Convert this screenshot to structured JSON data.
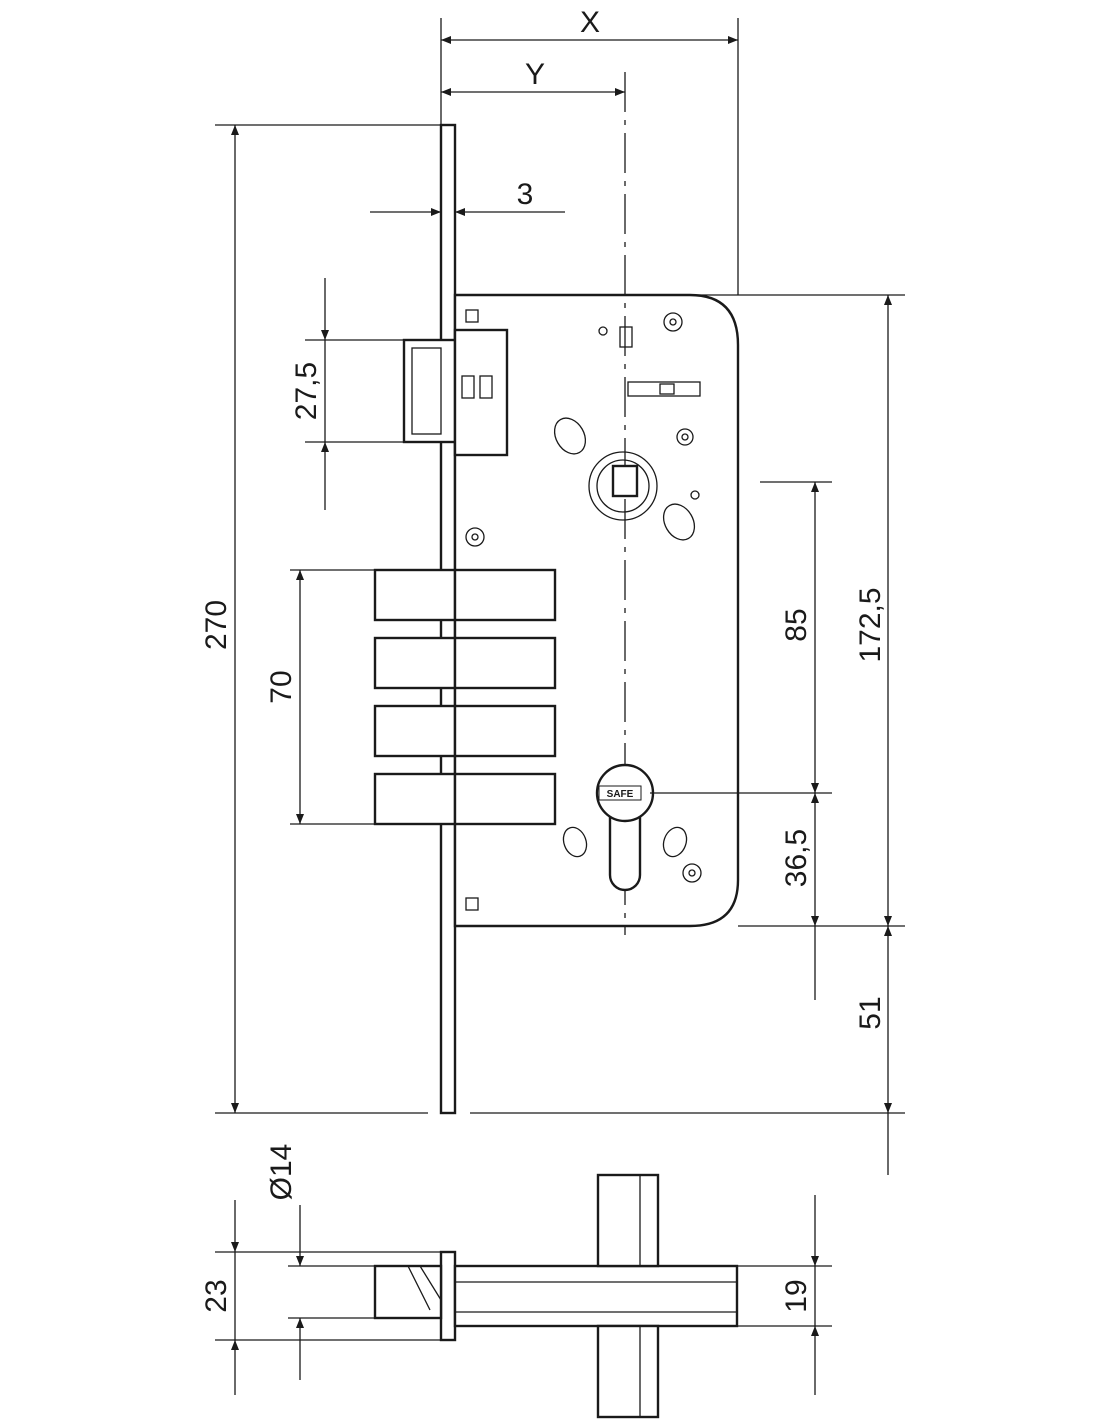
{
  "dimensions": {
    "x": "X",
    "y": "Y",
    "faceplate_thickness": "3",
    "overall_height": "270",
    "latch_height": "27,5",
    "bolts_span": "70",
    "spindle_to_cylinder": "85",
    "case_height": "172,5",
    "cylinder_to_bottom": "36,5",
    "bottom_offset": "51",
    "cylinder_diameter": "Ø14",
    "side_faceplate_width": "23",
    "side_body_width": "19"
  },
  "cylinder_badge": "SAFE",
  "colors": {
    "line": "#1a1a1a",
    "background": "#ffffff"
  }
}
